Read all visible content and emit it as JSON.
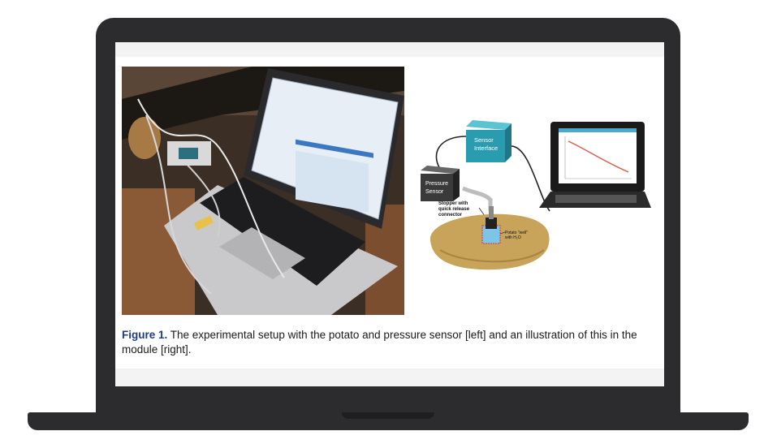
{
  "caption": {
    "label": "Figure 1.",
    "text": " The experimental setup with the potato and pressure sensor [left] and an illustration of this in the module [right]."
  },
  "illustration": {
    "sensor_interface_line1": "Sensor",
    "sensor_interface_line2": "Interface",
    "pressure_sensor_line1": "Pressure",
    "pressure_sensor_line2": "Sensor",
    "stopper_line1": "Stopper with",
    "stopper_line2": "quick release",
    "stopper_line3": "connector",
    "well_line1": "Potato \"well\"",
    "well_line2": "with H₂O"
  },
  "colors": {
    "laptop_frame": "#2c2c2e",
    "caption_label": "#1e3a8a",
    "sensor_interface": "#2a9cb0",
    "pressure_sensor": "#3a3a3a",
    "potato": "#c8a35a"
  }
}
